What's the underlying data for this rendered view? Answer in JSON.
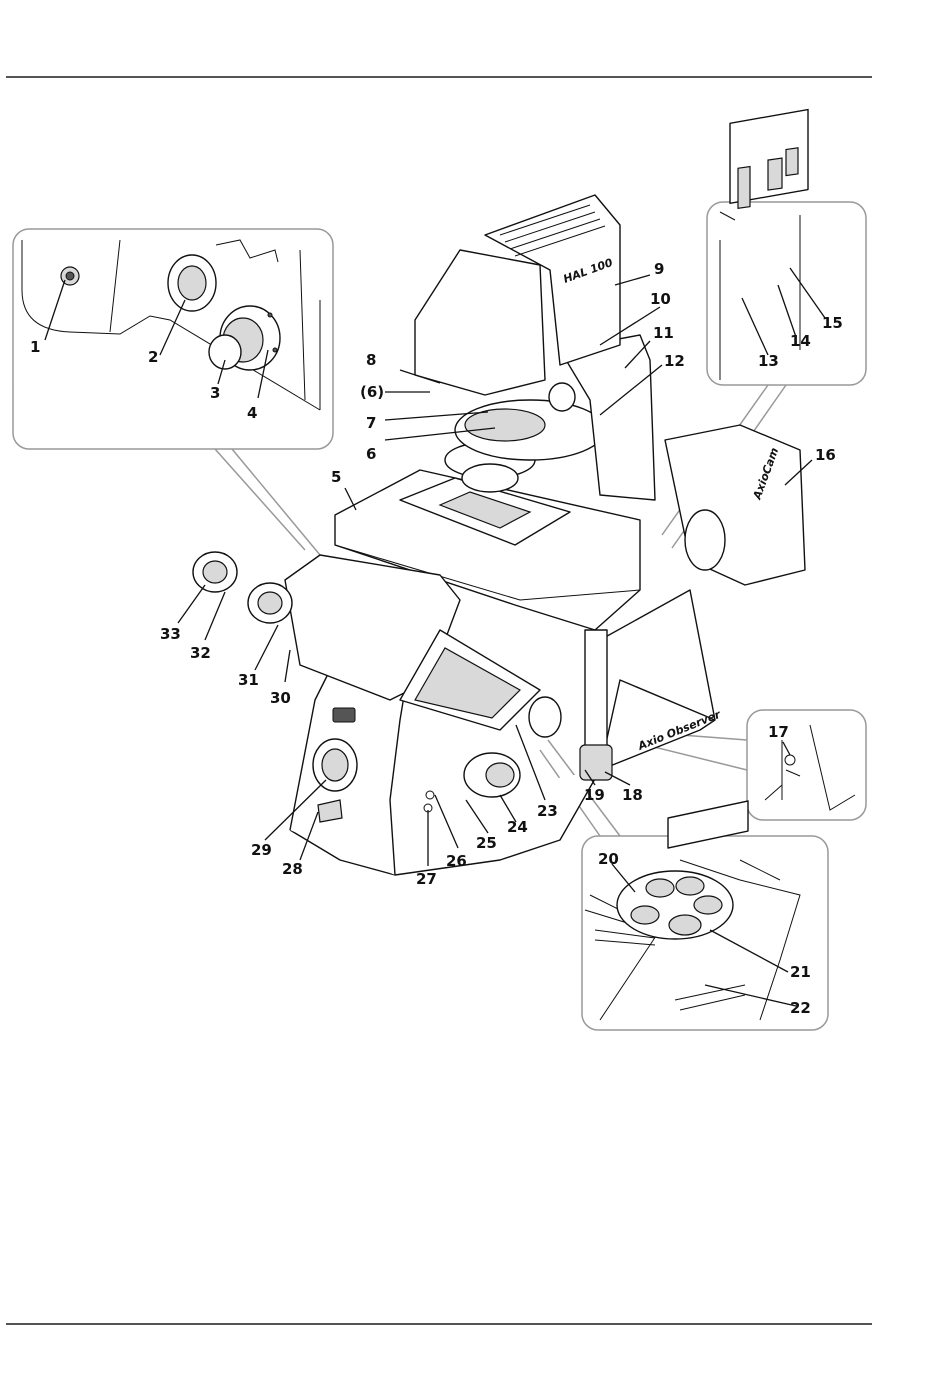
{
  "callouts": [
    {
      "id": "c1",
      "text": "1"
    },
    {
      "id": "c2",
      "text": "2"
    },
    {
      "id": "c3",
      "text": "3"
    },
    {
      "id": "c4",
      "text": "4"
    },
    {
      "id": "c5",
      "text": "5"
    },
    {
      "id": "c6",
      "text": "6"
    },
    {
      "id": "c6b",
      "text": "(6)"
    },
    {
      "id": "c7",
      "text": "7"
    },
    {
      "id": "c8",
      "text": "8"
    },
    {
      "id": "c9",
      "text": "9"
    },
    {
      "id": "c10",
      "text": "10"
    },
    {
      "id": "c11",
      "text": "11"
    },
    {
      "id": "c12",
      "text": "12"
    },
    {
      "id": "c13",
      "text": "13"
    },
    {
      "id": "c14",
      "text": "14"
    },
    {
      "id": "c15",
      "text": "15"
    },
    {
      "id": "c16",
      "text": "16"
    },
    {
      "id": "c17",
      "text": "17"
    },
    {
      "id": "c18",
      "text": "18"
    },
    {
      "id": "c19",
      "text": "19"
    },
    {
      "id": "c20",
      "text": "20"
    },
    {
      "id": "c21",
      "text": "21"
    },
    {
      "id": "c22",
      "text": "22"
    },
    {
      "id": "c23",
      "text": "23"
    },
    {
      "id": "c24",
      "text": "24"
    },
    {
      "id": "c25",
      "text": "25"
    },
    {
      "id": "c26",
      "text": "26"
    },
    {
      "id": "c27",
      "text": "27"
    },
    {
      "id": "c28",
      "text": "28"
    },
    {
      "id": "c29",
      "text": "29"
    },
    {
      "id": "c30",
      "text": "30"
    },
    {
      "id": "c31",
      "text": "31"
    },
    {
      "id": "c32",
      "text": "32"
    },
    {
      "id": "c33",
      "text": "33"
    }
  ],
  "device_labels": {
    "lamp_housing": "HAL 100",
    "stand_name": "Axio Observer",
    "camera_name": "AxioCam"
  }
}
